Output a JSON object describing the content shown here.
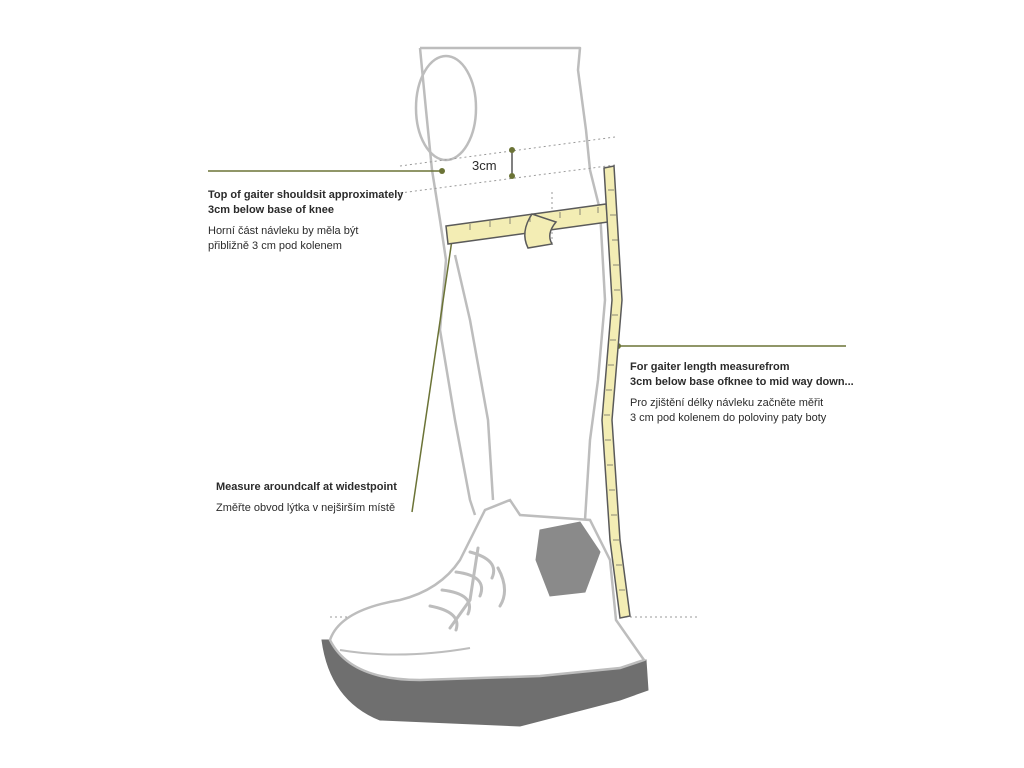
{
  "labels": {
    "top_of_gaiter": {
      "en_line1": "Top of gaiter shouldsit approximately",
      "en_line2": "3cm below base of knee",
      "cz_line1": "Horní část návleku by měla být",
      "cz_line2": "přibližně 3 cm pod kolenem"
    },
    "gaiter_length": {
      "en_line1": "For gaiter length measurefrom",
      "en_line2": "3cm below base ofknee to mid way down...",
      "cz_line1": "Pro zjištění délky návleku začněte měřit",
      "cz_line2": "3 cm pod kolenem do poloviny paty boty"
    },
    "calf": {
      "en_line1": "Measure aroundcalf at widestpoint",
      "cz_line1": "Změřte obvod lýtka v nejširším místě"
    },
    "distance": "3cm"
  },
  "colors": {
    "outline": "#bdbdbd",
    "leader": "#6b7336",
    "tape_fill": "#f3edb4",
    "tape_stroke": "#5a5a5a",
    "boot_dark": "#8a8a8a",
    "sole": "#6f6f6f"
  }
}
